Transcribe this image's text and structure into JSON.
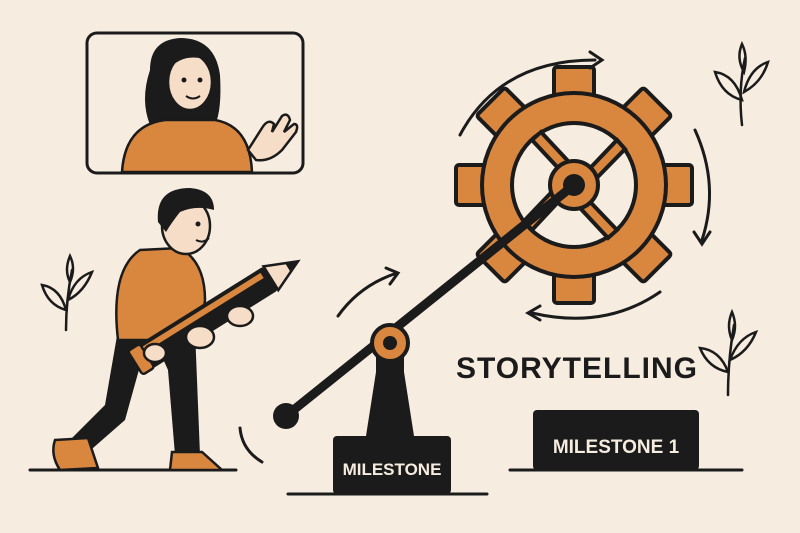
{
  "labels": {
    "headline": "STORYTELLING",
    "left_block": "MILESTONE",
    "right_block": "MILESTONE 1"
  },
  "colors": {
    "background": "#f6ece0",
    "accent_orange": "#d9873f",
    "ink": "#1b1b1b",
    "skin": "#f6ddc7"
  },
  "icons": {
    "video_frame": "video-call-icon",
    "gear": "gear-icon",
    "pencil": "pencil-icon",
    "leaf": "leaf-sprig-icon",
    "arrow": "curved-arrow-icon"
  }
}
